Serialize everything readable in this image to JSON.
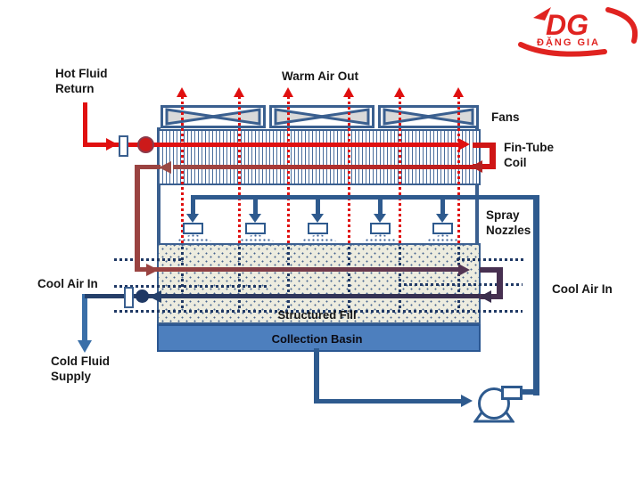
{
  "logo": {
    "monogram": "DG",
    "name": "ĐẶNG GIA",
    "color": "#e02320"
  },
  "labels": {
    "hot_fluid_return": {
      "line1": "Hot Fluid",
      "line2": "Return"
    },
    "warm_air_out": "Warm Air Out",
    "fans": "Fans",
    "fin_tube_coil": {
      "line1": "Fin-Tube",
      "line2": "Coil"
    },
    "spray_nozzles": {
      "line1": "Spray",
      "line2": "Nozzles"
    },
    "cool_air_in_left": "Cool Air In",
    "cool_air_in_right": "Cool Air In",
    "structured_fill": "Structured Fill",
    "collection_basin": "Collection Basin",
    "cold_fluid_supply": {
      "line1": "Cold Fluid",
      "line2": "Supply"
    }
  },
  "colors": {
    "hot_fluid": "#e01010",
    "warm_fluid": "#9a4a46",
    "tempered_fluid": "#533553",
    "cool_fluid": "#35304e",
    "cold_fluid": "#3a6fa8",
    "spray_water_pipe": "#2e5a8e",
    "tower_wall": "#3a5f8f",
    "basin_fill": "#4d7fbe",
    "air_cool_dots": "#1f3864",
    "air_warm_dots": "#e01010",
    "fill_media_bg": "#edecdf",
    "fan_blade_fill": "#d9d9d9"
  }
}
